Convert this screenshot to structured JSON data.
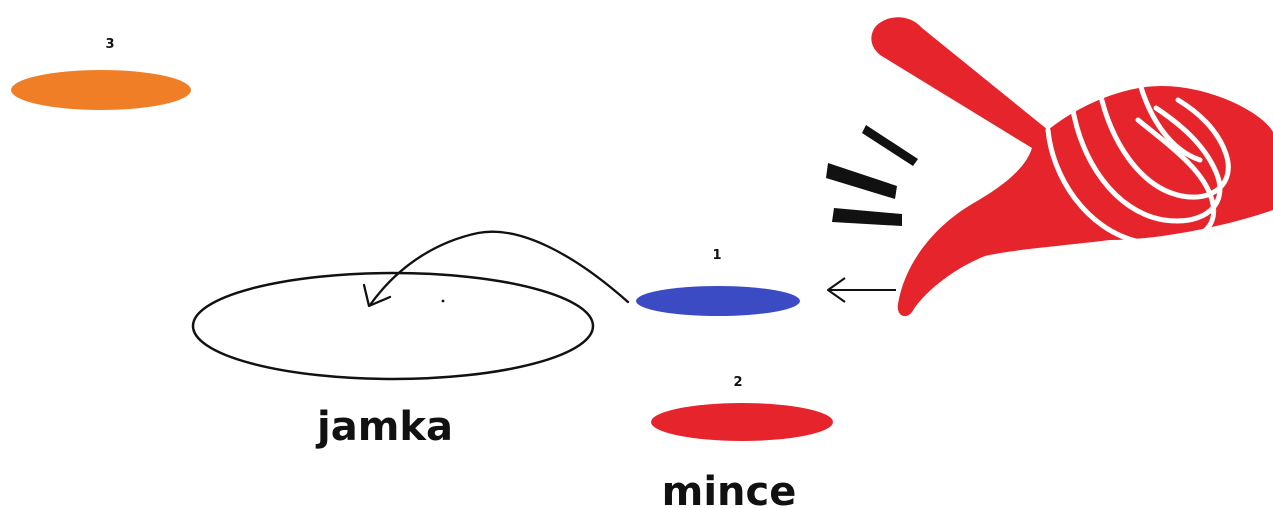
{
  "labels": {
    "coin_1": "1",
    "coin_2": "2",
    "coin_3": "3",
    "hole": "jamka",
    "coins": "mince"
  },
  "colors": {
    "coin_1": "#3b4bc4",
    "coin_2": "#e5242b",
    "coin_3": "#f07e26",
    "hand": "#e5242b",
    "ink": "#111111",
    "background": "#ffffff"
  },
  "icons": {
    "hand": "flicking-hand-icon",
    "motion": "motion-lines-icon",
    "arrow": "left-arrow-icon"
  }
}
